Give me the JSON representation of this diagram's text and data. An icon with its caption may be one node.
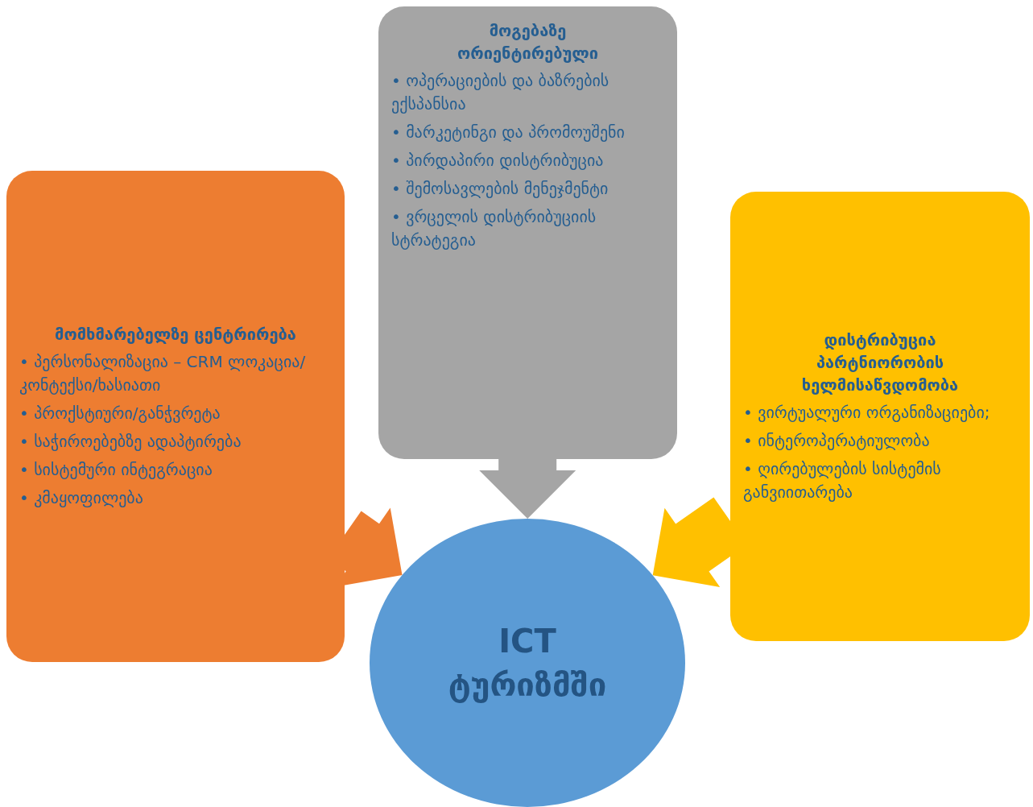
{
  "diagram": {
    "nodes": [
      {
        "text": [
          "მომხმარებელზე ცენტრირება",
          "• პერსონალიზაცია – CRM ლოკაცია/კონტექსი/ხასიათი",
          "• პროქსტიური/განჭვრეტა",
          "• საჭიროებებზე ადაპტირება",
          "• სისტემური ინტეგრაცია",
          "• კმაყოფილება"
        ]
      },
      {
        "text": [
          "მოგებაზე ორიენტირებული",
          "• ოპერაციების და ბაზრების ექსპანსია",
          "• მარკეტინგი და პრომოუშენი",
          "• პირდაპირი დისტრიბუცია",
          "• შემოსავლების მენეჯმენტი",
          "• ვრცელის დისტრიბუციის სტრატეგია"
        ]
      },
      {
        "text": [
          "დისტრიბუცია პარტნიორობის ხელმისაწვდომობა",
          "• ვირტუალური ორგანიზაციები;",
          "• ინტეროპერატიულობა",
          "• ღირებულების სისტემის განვიითარება"
        ]
      },
      {
        "text": [
          "ICT ტურიზმში"
        ]
      }
    ],
    "edges": [
      {
        "from": 0,
        "to": 3,
        "arrow": "to",
        "style": "thick",
        "color": "#ed7d31"
      },
      {
        "from": 1,
        "to": 3,
        "arrow": "to",
        "style": "thick",
        "color": "#a5a5a5"
      },
      {
        "from": 2,
        "to": 3,
        "arrow": "to",
        "style": "thick",
        "color": "#ffc000"
      }
    ]
  }
}
